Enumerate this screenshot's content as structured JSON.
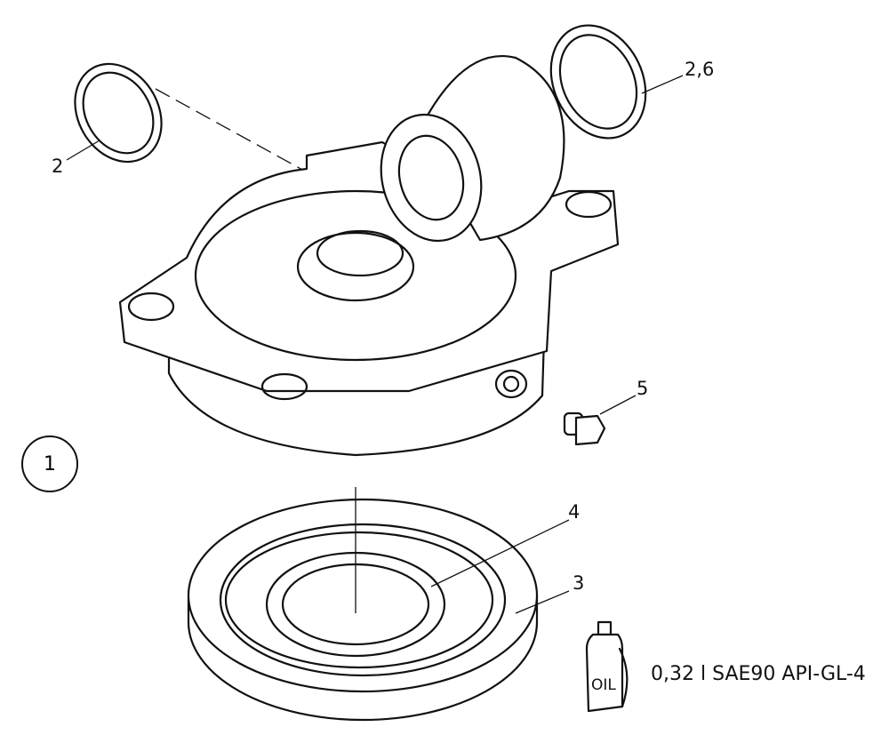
{
  "diagram": {
    "assembly_number": "1",
    "part_labels": {
      "seal_ring_left": "2",
      "seal_ring_right": "2,6",
      "drain_plug": "5",
      "inner_seal": "4",
      "base_cover": "3"
    },
    "oil_bottle_label": "OIL",
    "oil_spec": "0,32 l SAE90 API-GL-4"
  }
}
